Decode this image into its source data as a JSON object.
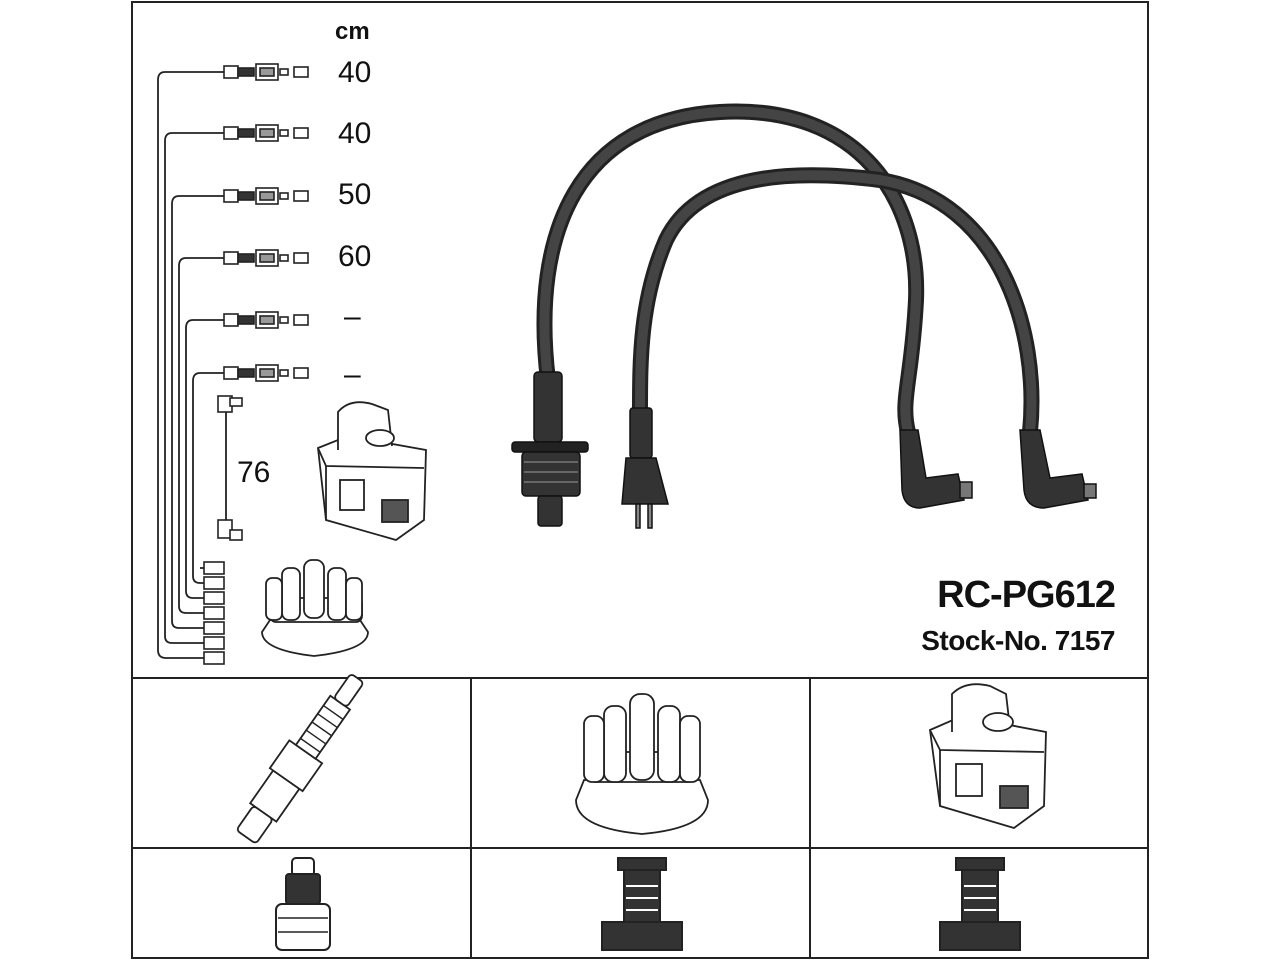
{
  "diagram": {
    "unit_label": "cm",
    "lead_lengths": [
      "40",
      "40",
      "50",
      "60",
      "–",
      "–"
    ],
    "ignition_lead_length": "76",
    "part_number": "RC-PG612",
    "stock_number": "Stock-No. 7157"
  }
}
